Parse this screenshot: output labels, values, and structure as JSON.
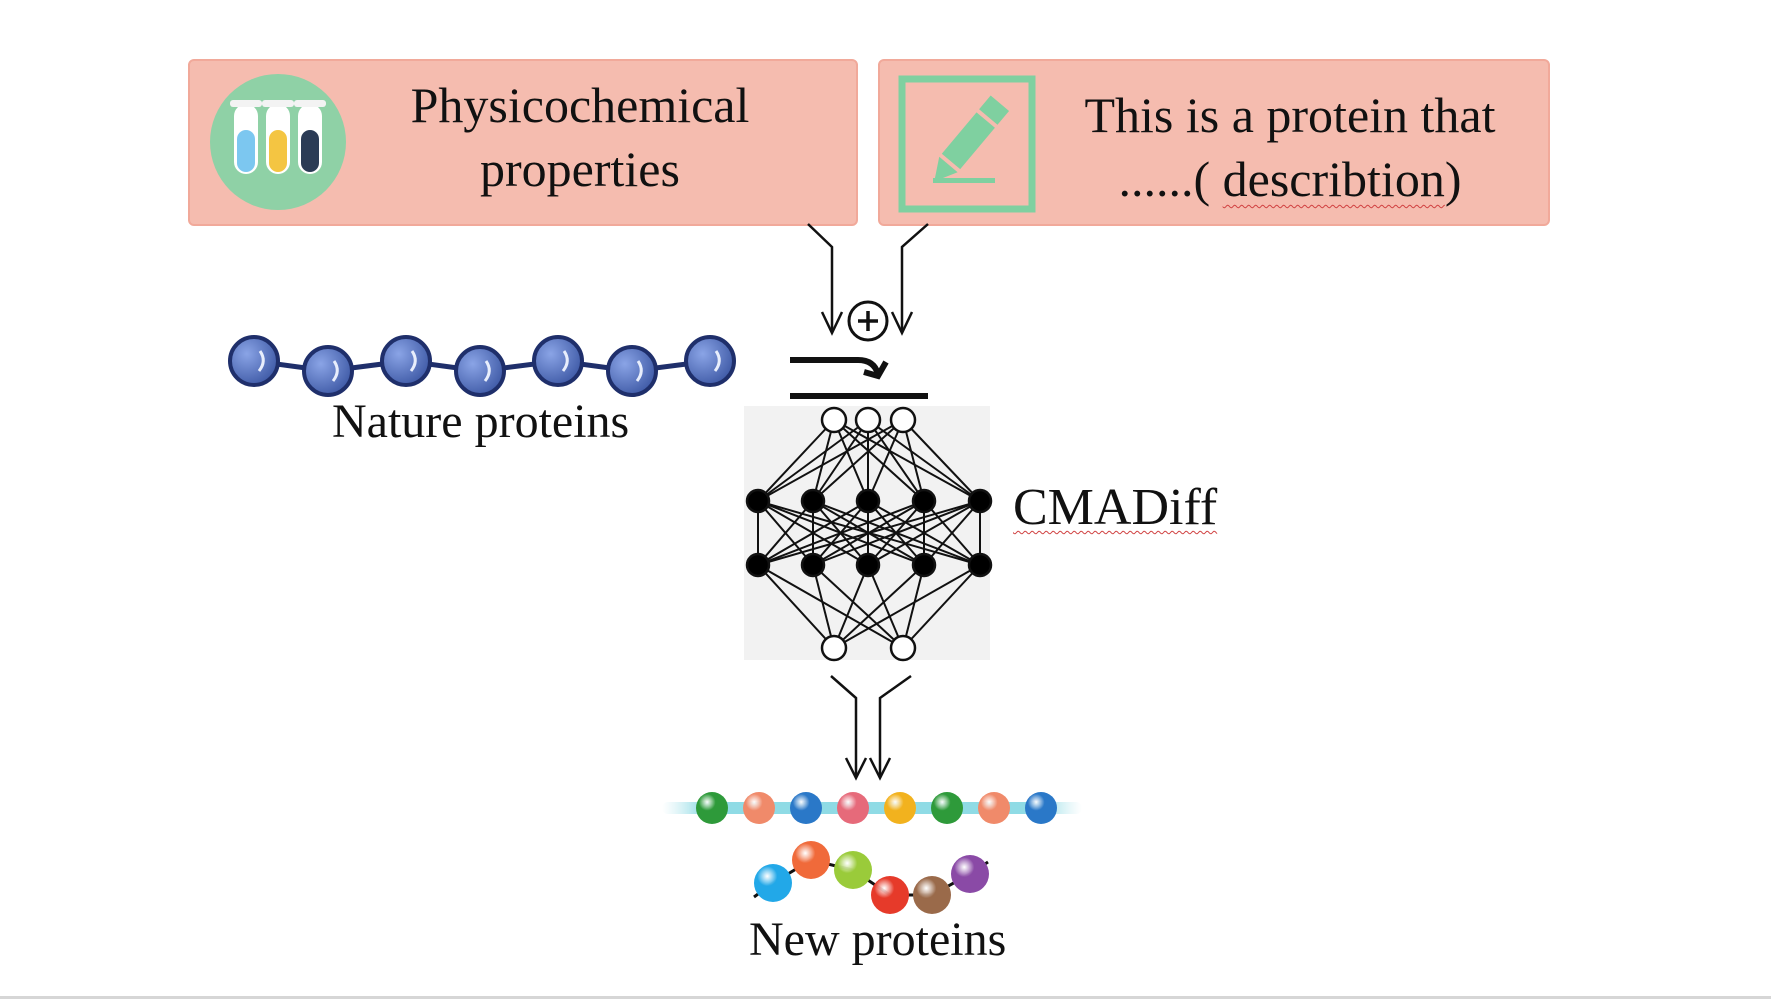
{
  "inputs": {
    "physicochemical": {
      "line1": "Physicochemical",
      "line2": "properties",
      "icon": "test-tubes-icon"
    },
    "description": {
      "line1": "This is  a protein that",
      "line2_prefix": "......( ",
      "line2_word": "describtion",
      "line2_suffix": ")",
      "icon": "pencil-icon"
    }
  },
  "operator": {
    "symbol": "+",
    "icon": "plus-circle-icon"
  },
  "nature": {
    "label": "Nature proteins",
    "bead_color": "#3f5aa6"
  },
  "model": {
    "label": "CMADiff",
    "icon": "neural-network-icon"
  },
  "output": {
    "label": "New proteins",
    "sequence_colors": [
      "#2e9a3a",
      "#f08a6a",
      "#2a78c8",
      "#e66a7a",
      "#f2b21e",
      "#2e9a3a",
      "#f08a6a",
      "#2a78c8"
    ],
    "chain_colors": [
      "#22a8e8",
      "#f06a3a",
      "#9acb3a",
      "#e63a2a",
      "#9a6a4a",
      "#8a4aa6"
    ]
  }
}
